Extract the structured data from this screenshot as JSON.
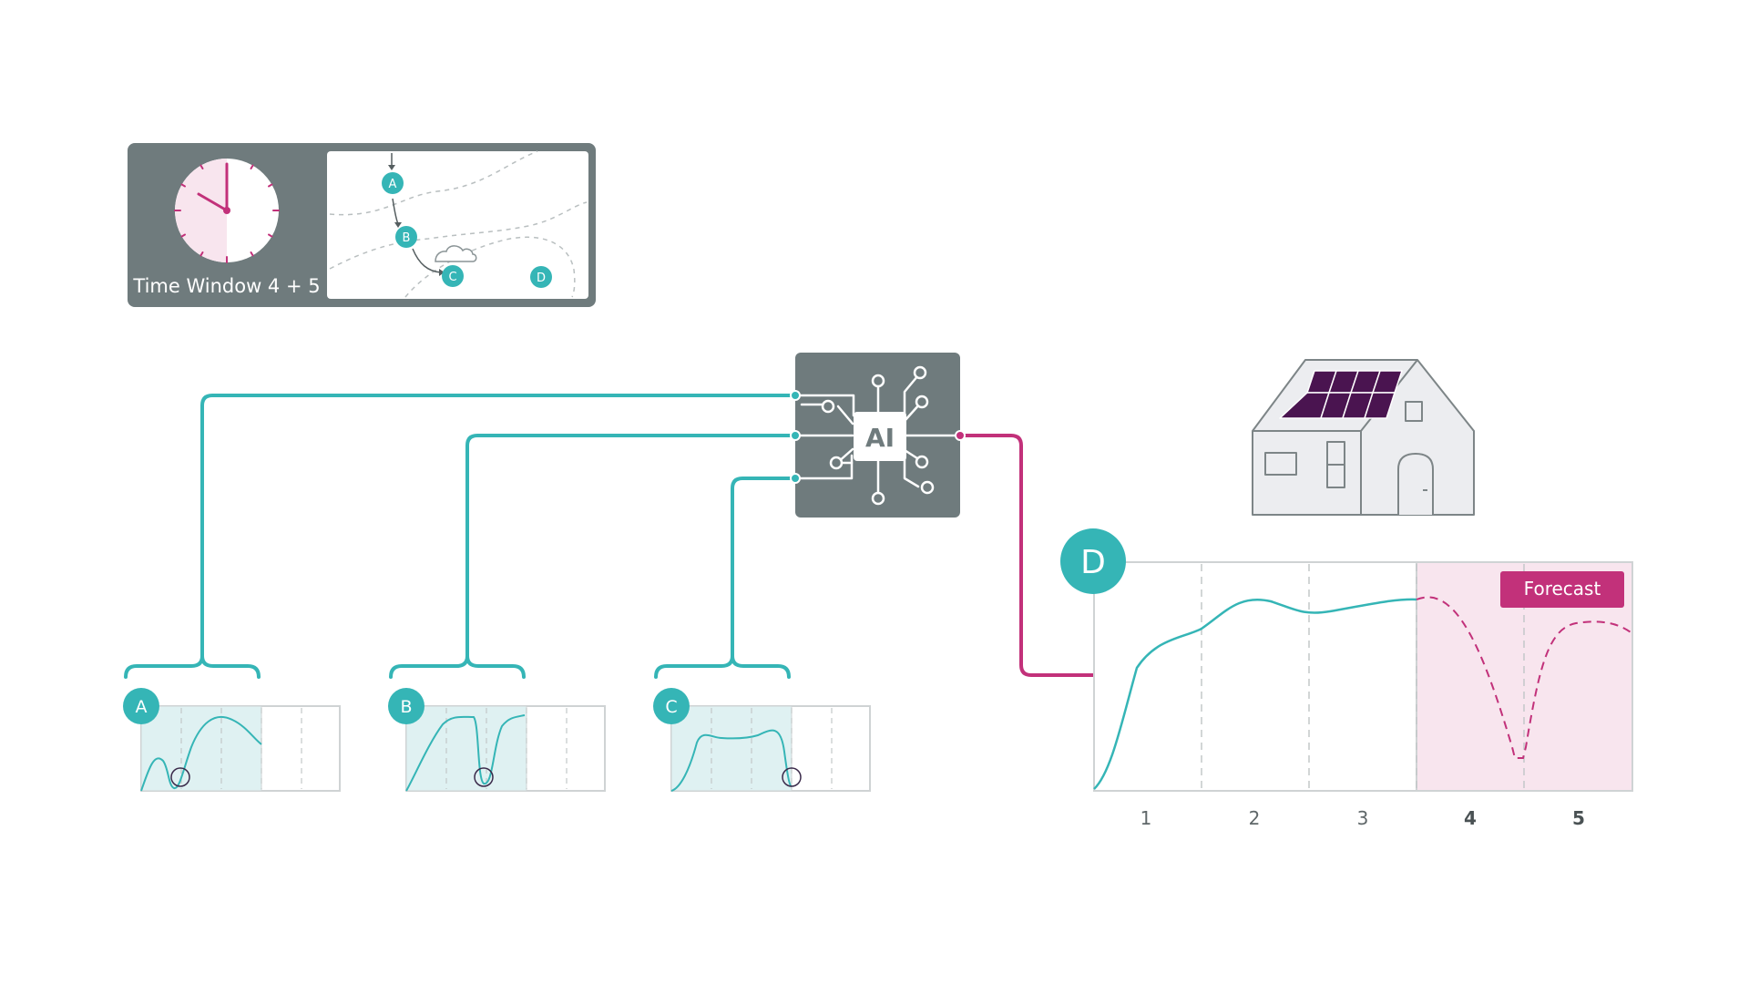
{
  "time_window": {
    "label": "Time Window 4 + 5",
    "map_nodes": [
      "A",
      "B",
      "C",
      "D"
    ]
  },
  "ai_chip": {
    "label": "AI"
  },
  "inputs": [
    {
      "label": "A"
    },
    {
      "label": "B"
    },
    {
      "label": "C"
    }
  ],
  "output": {
    "label": "D",
    "forecast_badge": "Forecast",
    "x_ticks": [
      "1",
      "2",
      "3",
      "4",
      "5"
    ]
  },
  "colors": {
    "teal": "#35b5b6",
    "magenta": "#c2317a",
    "panel_gray": "#6f7b7d",
    "forecast_bg": "#f8e5ee",
    "history_bg": "#dff1f2",
    "solar_panel": "#4a1450"
  }
}
